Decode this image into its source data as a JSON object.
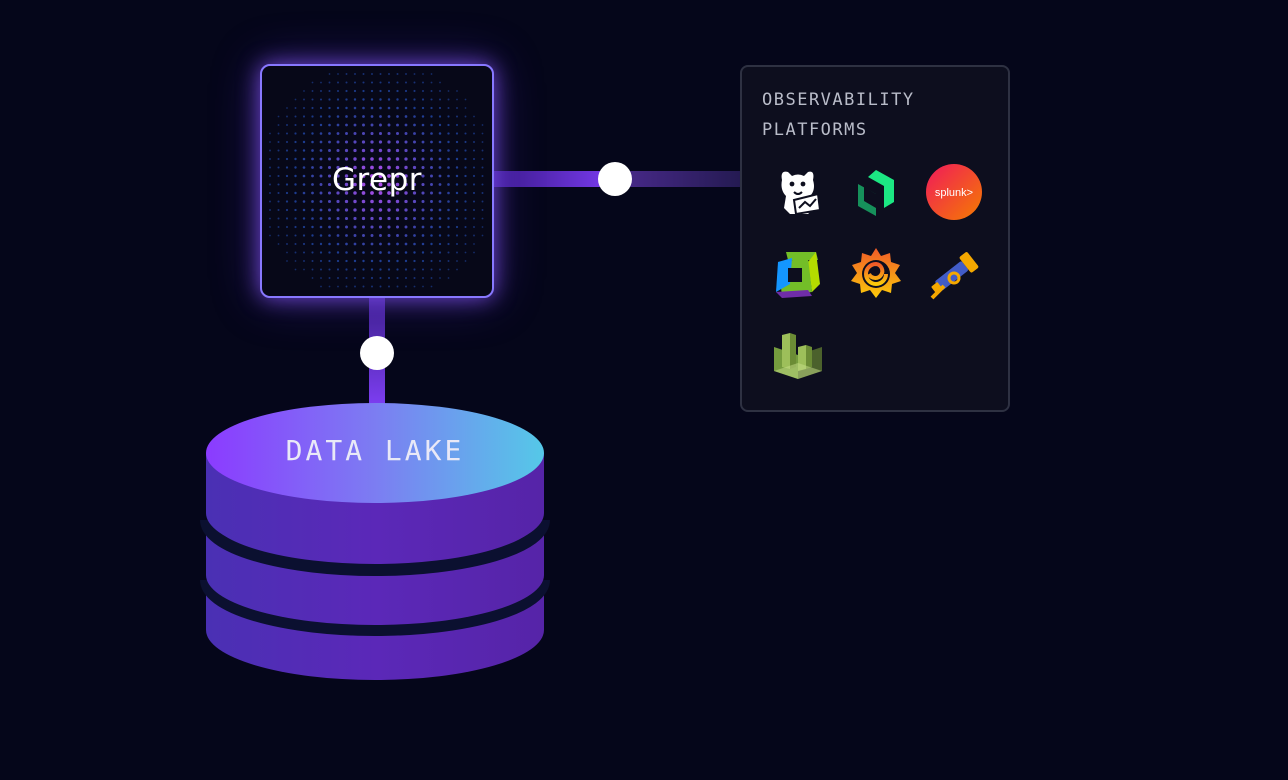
{
  "processor": {
    "name": "Grepr"
  },
  "storage": {
    "label": "DATA LAKE"
  },
  "platforms": {
    "title": "OBSERVABILITY PLATFORMS",
    "logos": [
      {
        "name": "datadog-icon",
        "text": ""
      },
      {
        "name": "new-relic-icon",
        "text": ""
      },
      {
        "name": "splunk-icon",
        "text": "splunk>"
      },
      {
        "name": "dynatrace-icon",
        "text": ""
      },
      {
        "name": "grafana-icon",
        "text": ""
      },
      {
        "name": "telescope-icon",
        "text": ""
      },
      {
        "name": "cloudwatch-icon",
        "text": ""
      }
    ]
  },
  "colors": {
    "background": "#05061a",
    "accent_purple": "#7a3bf0",
    "accent_cyan": "#55c8e8",
    "panel_border": "#2e3142"
  }
}
